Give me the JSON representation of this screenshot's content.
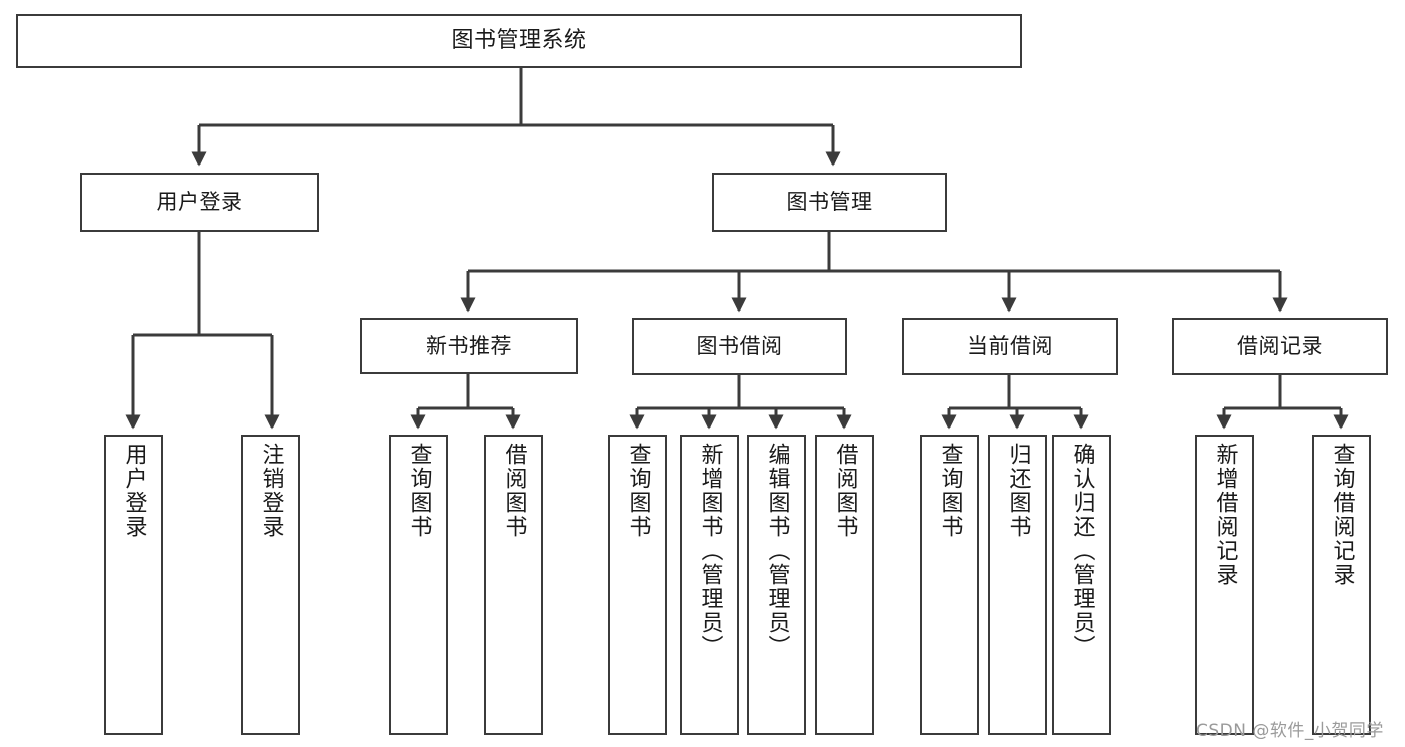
{
  "diagram": {
    "type": "tree-hierarchy-chart",
    "title": "图书管理系统",
    "line_color": "#3b3b3b",
    "box_fill": "#ffffff",
    "text_color": "#1a1a1a",
    "nodes": {
      "root": {
        "label": "图书管理系统"
      },
      "level1": [
        {
          "label": "用户登录"
        },
        {
          "label": "图书管理"
        }
      ],
      "level2": [
        {
          "label": "新书推荐"
        },
        {
          "label": "图书借阅"
        },
        {
          "label": "当前借阅"
        },
        {
          "label": "借阅记录"
        }
      ],
      "leaves": [
        {
          "label": "用户登录"
        },
        {
          "label": "注销登录"
        },
        {
          "label": "查询图书"
        },
        {
          "label": "借阅图书"
        },
        {
          "label": "查询图书"
        },
        {
          "label": "新增图书（管理员）"
        },
        {
          "label": "编辑图书（管理员）"
        },
        {
          "label": "借阅图书"
        },
        {
          "label": "查询图书"
        },
        {
          "label": "归还图书"
        },
        {
          "label": "确认归还（管理员）"
        },
        {
          "label": "新增借阅记录"
        },
        {
          "label": "查询借阅记录"
        }
      ]
    }
  },
  "watermark": {
    "text": "CSDN @软件_小贺同学"
  }
}
